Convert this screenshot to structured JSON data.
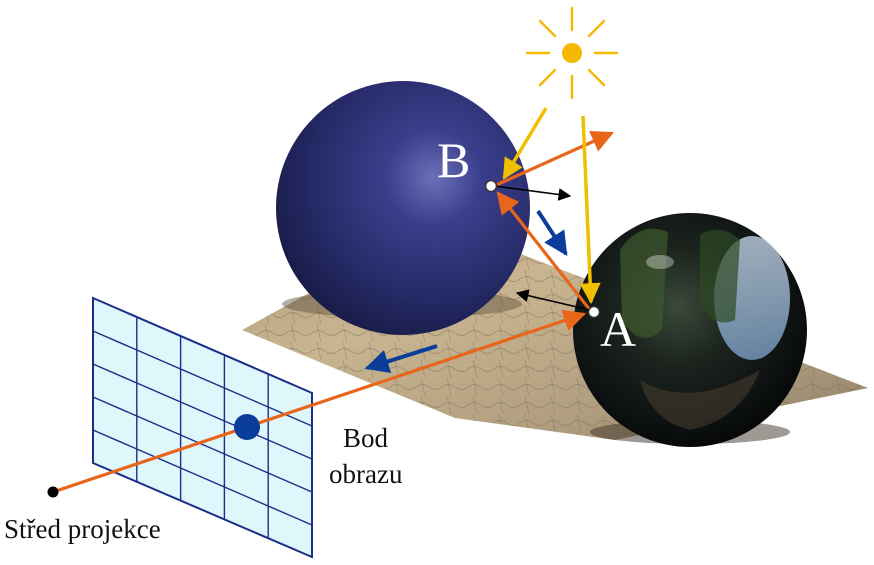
{
  "labels": {
    "point_b": "B",
    "point_a": "A",
    "image_point_line1": "Bod",
    "image_point_line2": "obrazu",
    "projection_center": "Střed projekce"
  },
  "colors": {
    "sun": "#f5b800",
    "sun_ray": "#f0c000",
    "view_ray": "#e8661a",
    "reflected_ray": "#0a3c9a",
    "normal": "#000000",
    "screen_fill": "#dff6fa",
    "screen_grid": "#1a2f8a",
    "diffuse_sphere": "#2a2f78",
    "mirror_sphere": "#111111",
    "image_point": "#0a3c9a"
  },
  "icons": {
    "sun": "sun-icon"
  }
}
